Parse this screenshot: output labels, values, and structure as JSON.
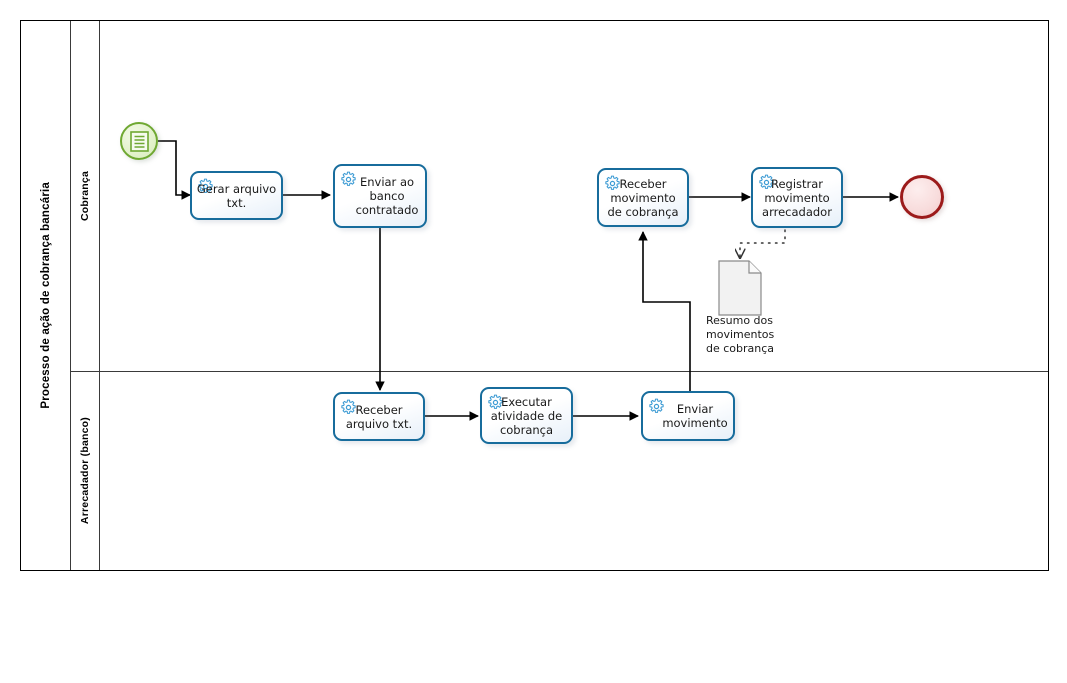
{
  "diagram": {
    "type": "bpmn-process",
    "pool_name": "Processo de ação de cobrança bancária",
    "lanes": [
      {
        "id": "cobranca",
        "name": "Cobrança"
      },
      {
        "id": "arrecadador",
        "name": "Arrecadador (banco)"
      }
    ],
    "colors": {
      "task_border": "#176C9C",
      "task_fill": "#ffffff",
      "start_event_border": "#6FA832",
      "start_event_fill": "#e3f2cc",
      "end_event_border": "#9C1B1B",
      "end_event_fill": "#f8dcdc",
      "pool_border": "#000000",
      "lane_border": "#3a3a3a",
      "flow_line": "#000000",
      "data_object_border": "#7a7a7a"
    },
    "events": [
      {
        "id": "start",
        "kind": "start-event",
        "icon": "document-form-icon",
        "lane": "cobranca"
      },
      {
        "id": "end",
        "kind": "end-event",
        "icon": "",
        "lane": "cobranca"
      }
    ],
    "tasks": [
      {
        "id": "t1",
        "label": "Gerar arquivo txt.",
        "lane": "cobranca",
        "icon": "gear-icon"
      },
      {
        "id": "t2",
        "label": "Enviar ao banco contratado",
        "lane": "cobranca",
        "icon": "gear-icon"
      },
      {
        "id": "t3",
        "label": "Receber arquivo txt.",
        "lane": "arrecadador",
        "icon": "gear-icon"
      },
      {
        "id": "t4",
        "label": "Executar atividade de cobrança",
        "lane": "arrecadador",
        "icon": "gear-icon"
      },
      {
        "id": "t5",
        "label": "Enviar movimento",
        "lane": "arrecadador",
        "icon": "gear-icon"
      },
      {
        "id": "t6",
        "label": "Receber movimento de cobrança",
        "lane": "cobranca",
        "icon": "gear-icon"
      },
      {
        "id": "t7",
        "label": "Registrar movimento arrecadador",
        "lane": "cobranca",
        "icon": "gear-icon"
      }
    ],
    "data_objects": [
      {
        "id": "d1",
        "label": "Resumo dos movimentos de cobrança",
        "icon": "document-icon"
      }
    ],
    "sequence_flows": [
      {
        "from": "start",
        "to": "t1"
      },
      {
        "from": "t1",
        "to": "t2"
      },
      {
        "from": "t2",
        "to": "t3"
      },
      {
        "from": "t3",
        "to": "t4"
      },
      {
        "from": "t4",
        "to": "t5"
      },
      {
        "from": "t5",
        "to": "t6"
      },
      {
        "from": "t6",
        "to": "t7"
      },
      {
        "from": "t7",
        "to": "end"
      }
    ],
    "associations": [
      {
        "from": "t7",
        "to": "d1",
        "style": "dotted"
      }
    ]
  }
}
